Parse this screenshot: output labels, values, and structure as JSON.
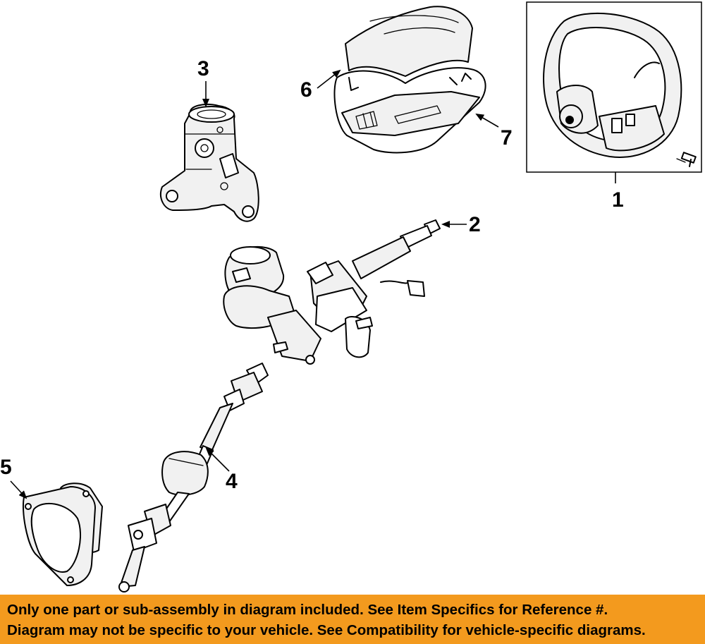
{
  "callouts": {
    "part_1": "1",
    "part_2": "2",
    "part_3": "3",
    "part_4": "4",
    "part_5": "5",
    "part_6": "6",
    "part_7": "7"
  },
  "disclaimer": {
    "line_1": "Only one part or sub-assembly in diagram included. See Item Specifics for Reference #.",
    "line_2": "Diagram may not be specific to your vehicle. See Compatibility for vehicle-specific diagrams."
  },
  "colors": {
    "banner_background": "#f39a1e",
    "banner_text": "#000000",
    "line_art": "#000000",
    "background": "#ffffff"
  }
}
